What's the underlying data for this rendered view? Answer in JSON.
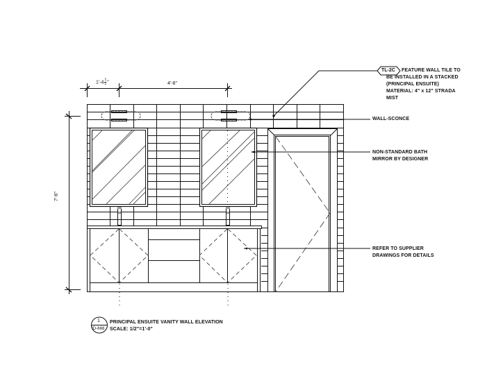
{
  "drawing": {
    "title": "PRINCIPAL ENSUITE VANITY WALL ELEVATION",
    "scale": "SCALE: 1/2\"=1'-0\"",
    "detail_number": "1",
    "sheet_ref": "ID-666"
  },
  "dimensions": {
    "top_left": "1'-4",
    "top_left_fraction_num": "1",
    "top_left_fraction_den": "2",
    "top_left_inch": "\"",
    "top_right": "4'-8\"",
    "height": "7'-6\""
  },
  "callouts": {
    "tile_tag": "TL-2C",
    "tile_note": [
      "FEATURE WALL TILE TO",
      "BE INSTALLED IN A STACKED",
      "(PRINCIPAL ENSUITE)",
      "MATERIAL: 4\" x 12\" STRADA",
      "MIST"
    ],
    "sconce_note": "WALL-SCONCE",
    "mirror_note": [
      "NON-STANDARD BATH",
      "MIRROR BY DESIGNER"
    ],
    "supplier_note": [
      "REFER TO SUPPLIER",
      "DRAWINGS FOR DETAILS"
    ]
  },
  "colors": {
    "line": "#111111",
    "background": "#ffffff"
  }
}
